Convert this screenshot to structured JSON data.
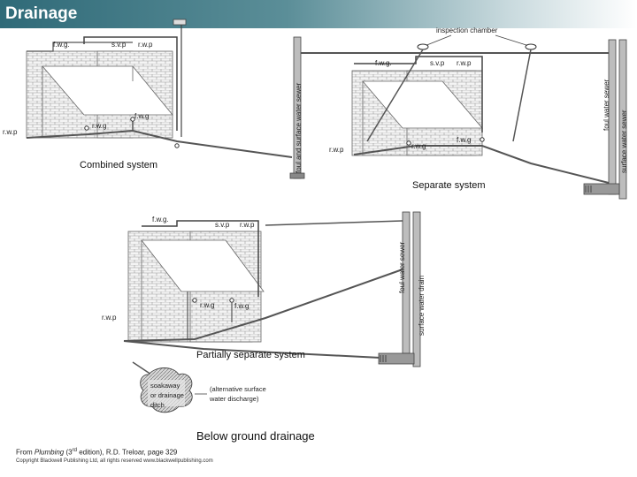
{
  "title": "Drainage",
  "combined": {
    "caption": "Combined system",
    "labels": {
      "fwg_top": "f.w.g.",
      "svp": "s.v.p",
      "rwp_top": "r.w.p",
      "fwg_mid": "f.w.g",
      "rwg": "r.w.g",
      "rwp_left": "r.w.p"
    },
    "sewer": "foul and surface water sewer"
  },
  "separate": {
    "caption": "Separate system",
    "inspection": "inspection chamber",
    "labels": {
      "fwg_top": "f.w.g.",
      "svp": "s.v.p",
      "rwp_top": "r.w.p",
      "rwp_left": "r.w.p",
      "rwg": "r.w.g",
      "fwg_low": "f.w.g"
    },
    "foul_sewer": "foul water sewer",
    "surface_sewer": "surface water sewer"
  },
  "partial": {
    "caption": "Partially separate system",
    "labels": {
      "fwg_top": "f.w.g.",
      "svp": "s.v.p",
      "rwp_top": "r.w.p",
      "rwg": "r.w.g",
      "fwg_low": "f.w.g",
      "rwp_left": "r.w.p"
    },
    "foul_sewer": "foul water sewer",
    "surface_drain": "surface water drain",
    "soakaway": [
      "soakaway",
      "or drainage",
      "ditch"
    ],
    "alt": [
      "(alternative surface",
      "water discharge)"
    ]
  },
  "subtitle": "Below ground drainage",
  "footer": {
    "from": "From",
    "book": "Plumbing",
    "edition_num": "3",
    "edition_sup": "rd",
    "rest": "edition), R.D. Treloar, page 329",
    "copyright": "Copyright Blackwell Publishing Ltd, all rights reserved  www.blackwellpublishing.com"
  }
}
